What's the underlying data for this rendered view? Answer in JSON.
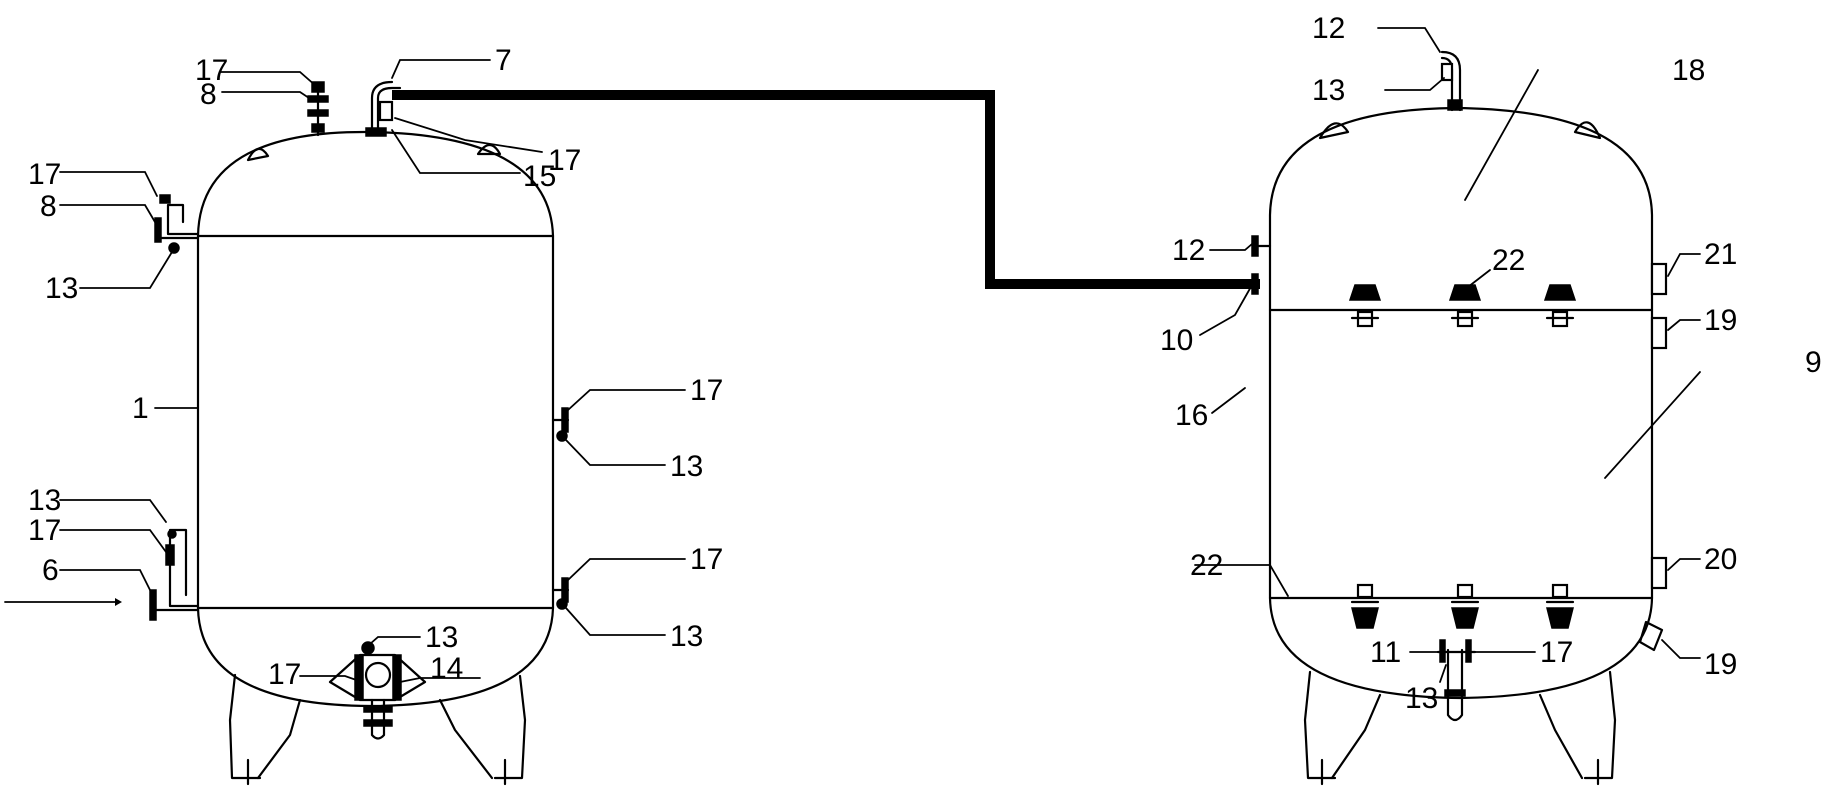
{
  "figure": {
    "pipe_color": "#000000",
    "background": "#ffffff"
  },
  "labels": {
    "left_vessel": {
      "vessel": "1",
      "top_left_17": "17",
      "top_left_8": "8",
      "top_7": "7",
      "top_right_17": "17",
      "top_15": "15",
      "side_top_17": "17",
      "side_top_8": "8",
      "side_top_13": "13",
      "side_low_13": "13",
      "side_low_17": "17",
      "inlet_6": "6",
      "right_upper_17": "17",
      "right_upper_13": "13",
      "right_lower_17": "17",
      "right_lower_13": "13",
      "bottom_13": "13",
      "bottom_17": "17",
      "bottom_14": "14"
    },
    "right_vessel": {
      "top_12": "12",
      "top_13": "13",
      "top_18": "18",
      "side_12": "12",
      "side_10": "10",
      "filter_22": "22",
      "side_21": "21",
      "side_19": "19",
      "region_9": "9",
      "shell_16": "16",
      "plate_22": "22",
      "side_20": "20",
      "bottom_11": "11",
      "bottom_17": "17",
      "bottom_13": "13",
      "bottom_19": "19"
    }
  }
}
